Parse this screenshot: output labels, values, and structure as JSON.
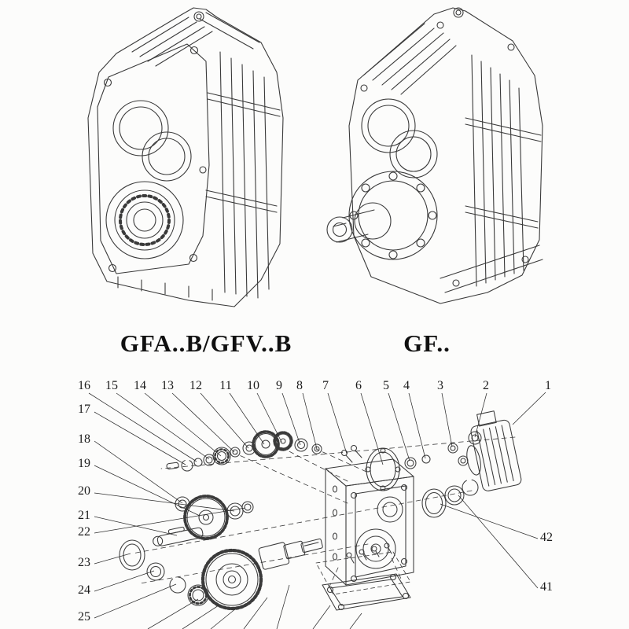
{
  "page": {
    "background": "#fcfcfb",
    "ink_color": "#3a3a3a",
    "leader_line_color": "#2e2e2e"
  },
  "models": {
    "left": {
      "caption": "GFA..B/GFV..B"
    },
    "right": {
      "caption": "GF.."
    }
  },
  "exploded": {
    "top_numbers": [
      "16",
      "15",
      "14",
      "13",
      "12",
      "11",
      "10",
      "9",
      "8",
      "7",
      "6",
      "5",
      "4",
      "3",
      "2",
      "1"
    ],
    "left_numbers": [
      "17",
      "18",
      "19",
      "20",
      "21",
      "22",
      "23",
      "24",
      "25"
    ],
    "right_numbers": [
      "42",
      "41"
    ]
  }
}
